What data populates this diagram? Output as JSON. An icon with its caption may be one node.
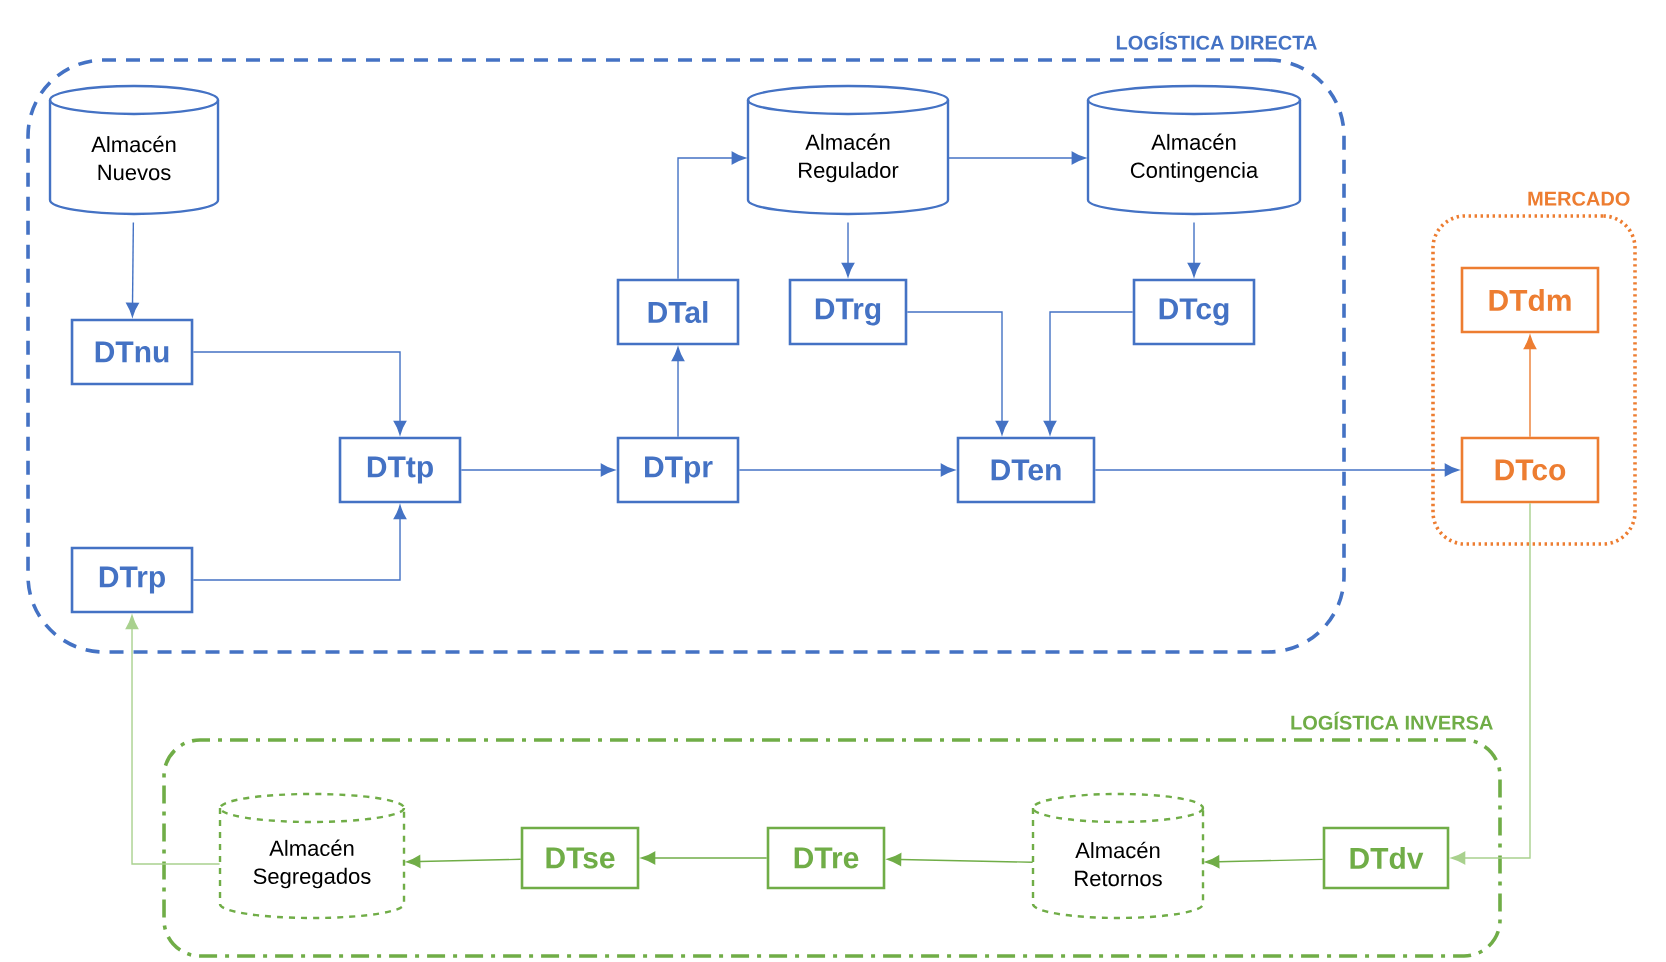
{
  "diagram": {
    "nodes": [
      {
        "text": [
          "LOGÍSTICA DIRECTA"
        ]
      },
      {
        "text": [
          "Almacén Nuevos"
        ],
        "in": 0
      },
      {
        "text": [
          "Almacén Regulador"
        ],
        "in": 0
      },
      {
        "text": [
          "Almacén Contingencia"
        ],
        "in": 0
      },
      {
        "text": [
          "DTnu"
        ],
        "in": 0
      },
      {
        "text": [
          "DTal"
        ],
        "in": 0
      },
      {
        "text": [
          "DTrg"
        ],
        "in": 0
      },
      {
        "text": [
          "DTcg"
        ],
        "in": 0
      },
      {
        "text": [
          "DTtp"
        ],
        "in": 0
      },
      {
        "text": [
          "DTpr"
        ],
        "in": 0
      },
      {
        "text": [
          "DTen"
        ],
        "in": 0
      },
      {
        "text": [
          "DTrp"
        ],
        "in": 0
      },
      {
        "text": [
          "MERCADO"
        ]
      },
      {
        "text": [
          "DTdm"
        ],
        "in": 12
      },
      {
        "text": [
          "DTco"
        ],
        "in": 12
      },
      {
        "text": [
          "LOGÍSTICA INVERSA"
        ]
      },
      {
        "text": [
          "Almacén Segregados"
        ],
        "in": 15
      },
      {
        "text": [
          "DTse"
        ],
        "in": 15
      },
      {
        "text": [
          "DTre"
        ],
        "in": 15
      },
      {
        "text": [
          "Almacén Retornos"
        ],
        "in": 15
      },
      {
        "text": [
          "DTdv"
        ],
        "in": 15
      }
    ],
    "edges": [
      {
        "from": 1,
        "to": 4,
        "arrow": "to"
      },
      {
        "from": 4,
        "to": 8,
        "arrow": "to"
      },
      {
        "from": 11,
        "to": 8,
        "arrow": "to"
      },
      {
        "from": 8,
        "to": 9,
        "arrow": "to"
      },
      {
        "from": 9,
        "to": 5,
        "arrow": "to"
      },
      {
        "from": 5,
        "to": 2,
        "arrow": "to"
      },
      {
        "from": 2,
        "to": 3,
        "arrow": "to"
      },
      {
        "from": 2,
        "to": 6,
        "arrow": "to"
      },
      {
        "from": 3,
        "to": 7,
        "arrow": "to"
      },
      {
        "from": 6,
        "to": 10,
        "arrow": "to"
      },
      {
        "from": 7,
        "to": 10,
        "arrow": "to"
      },
      {
        "from": 9,
        "to": 10,
        "arrow": "to"
      },
      {
        "from": 10,
        "to": 14,
        "arrow": "to"
      },
      {
        "from": 14,
        "to": 13,
        "arrow": "to",
        "color": "#ed7d31"
      },
      {
        "from": 14,
        "to": 20,
        "arrow": "to",
        "color": "#a9d18e"
      },
      {
        "from": 20,
        "to": 19,
        "arrow": "to",
        "color": "#70ad47"
      },
      {
        "from": 19,
        "to": 18,
        "arrow": "to",
        "color": "#70ad47"
      },
      {
        "from": 18,
        "to": 17,
        "arrow": "to",
        "color": "#70ad47"
      },
      {
        "from": 17,
        "to": 16,
        "arrow": "to",
        "color": "#70ad47"
      },
      {
        "from": 16,
        "to": 11,
        "arrow": "to",
        "color": "#a9d18e"
      }
    ]
  }
}
